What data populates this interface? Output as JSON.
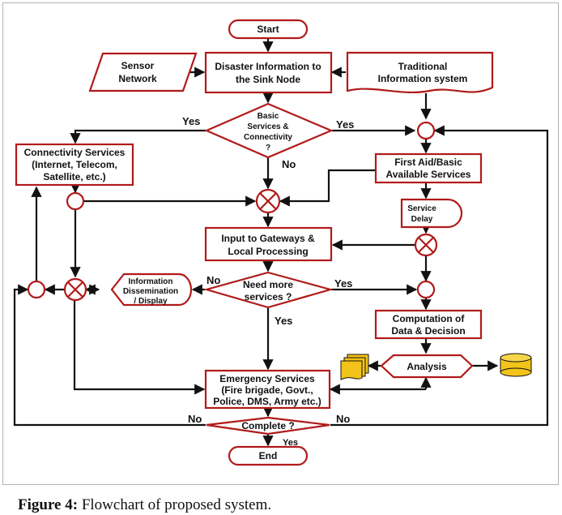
{
  "nodes": {
    "start": "Start",
    "sensor_network": [
      "Sensor",
      "Network"
    ],
    "disaster_info": [
      "Disaster Information to",
      "the Sink Node"
    ],
    "traditional_info": [
      "Traditional",
      "Information system"
    ],
    "basic_services": [
      "Basic",
      "Services &",
      "Connectivity",
      "?"
    ],
    "connectivity_services": [
      "Connectivity Services",
      "(Internet, Telecom,",
      "Satellite, etc.)"
    ],
    "first_aid": [
      "First Aid/Basic",
      "Available Services"
    ],
    "service_delay": [
      "Service",
      "Delay"
    ],
    "gateways": [
      "Input to Gateways &",
      "Local Processing"
    ],
    "info_dissemination": [
      "Information",
      "Dissemination",
      "/ Display"
    ],
    "need_more": [
      "Need more",
      "services ?"
    ],
    "computation": [
      "Computation of",
      "Data & Decision"
    ],
    "analysis": "Analysis",
    "emergency": [
      "Emergency Services",
      "(Fire brigade, Govt.,",
      "Police, DMS, Army etc.)"
    ],
    "complete": "Complete ?",
    "end": "End"
  },
  "edge_labels": {
    "basic_yes_left": "Yes",
    "basic_yes_right": "Yes",
    "basic_no": "No",
    "need_no": "No",
    "need_yes_right": "Yes",
    "need_yes_down": "Yes",
    "complete_no_left": "No",
    "complete_no_right": "No",
    "complete_yes": "Yes"
  },
  "caption": {
    "label": "Figure 4:",
    "text": " Flowchart of proposed system."
  },
  "colors": {
    "box_stroke": "#b11a1a",
    "storage_fill": "#f2c318"
  }
}
